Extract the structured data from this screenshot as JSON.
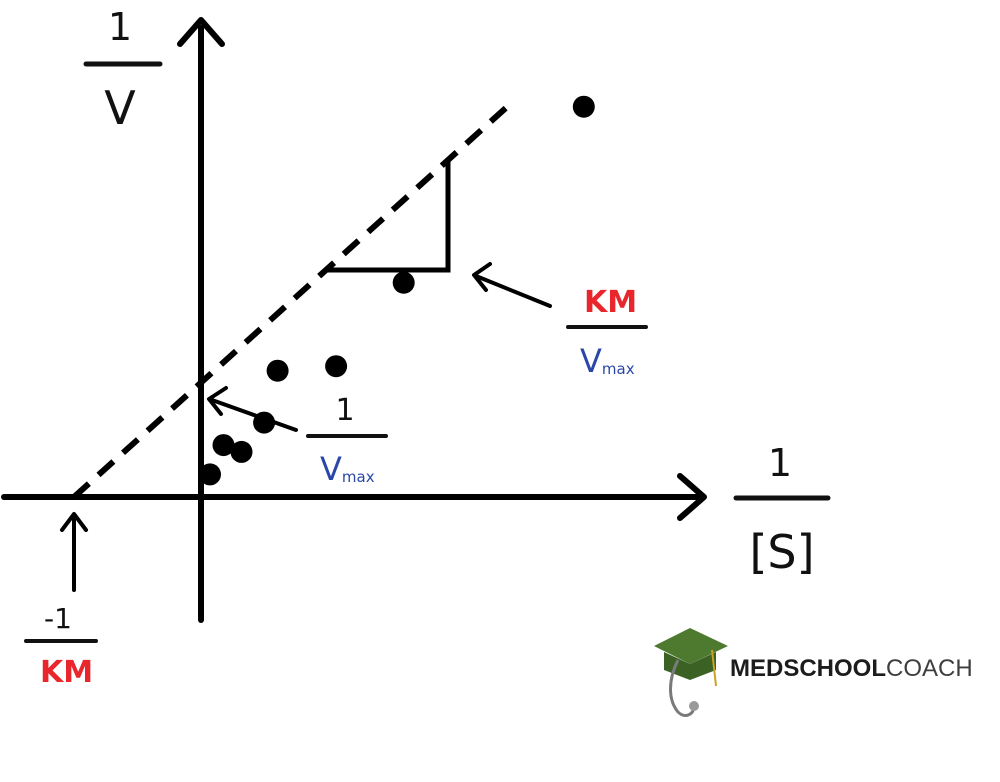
{
  "y_axis_label": {
    "numerator": "1",
    "denominator": "V"
  },
  "x_axis_label": {
    "numerator": "1",
    "denominator": "[S]"
  },
  "slope_label": {
    "numerator": "K",
    "numerator_sub": "M",
    "denominator": "V",
    "denominator_sub": "max"
  },
  "y_intercept_label": {
    "numerator": "1",
    "denominator": "V",
    "denominator_sub": "max"
  },
  "x_intercept_label": {
    "numerator": "-1",
    "denominator": "K",
    "denominator_sub": "M"
  },
  "logo": {
    "bold": "MEDSCHOOL",
    "light": "COACH",
    "icon": "graduation-cap-stethoscope-icon"
  },
  "colors": {
    "km": "#e8262c",
    "vmax": "#2a47a8",
    "ink": "#111111",
    "cap": "#4e7a2f"
  },
  "data_points": [
    [
      0.08,
      0.1
    ],
    [
      0.2,
      0.23
    ],
    [
      0.36,
      0.2
    ],
    [
      0.56,
      0.33
    ],
    [
      0.68,
      0.56
    ],
    [
      1.2,
      0.58
    ],
    [
      1.8,
      0.95
    ],
    [
      3.4,
      1.73
    ]
  ],
  "axis_domain": {
    "x": [
      -1.0,
      3.5
    ],
    "y": [
      -0.8,
      2.7
    ]
  }
}
